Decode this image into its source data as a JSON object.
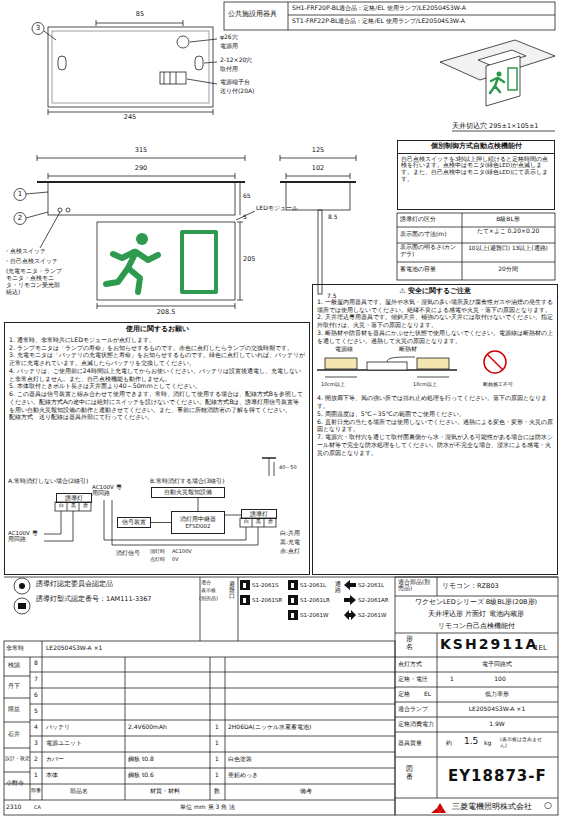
{
  "diagram": {
    "nodes": [
      {
        "text": [
          "使用に関するお願い",
          "1. 通常時、非常時共にLEDモジュールが点灯します。",
          "2. ランプモニタは「ランプの寿命」をお知らせするものです。赤色に点灯したらランプの交換時期です。",
          "3. 充電モニタは「バッテリの充電状態と寿命」をお知らせするものです。緑色に点灯していれば、バッテリが正常に充電されています。点滅したらバッテリを交換してください。",
          "4. バッテリは、ご使用前に24時間以上充電してからお使いください。バッテリは設置後通電し、充電しないと非常点灯しません。また、自己点検機能も動作しません。",
          "5. 本体取付ときボルト長さは天井面より40～50mmとしてください。",
          "6. この器具は信号装置と組み合わせて使用できます。常時、消灯して使用する場合は、配線方式Bを参照してください。配線方式Aの途中には絶対にスイッチを設けないでください。配線方式Bは、誘導灯用信号装置等を用い自動火災報知設備の動作と連動させてください。また、事前に所轄消防署の了解を得てください。",
          "配線方式　送り配線は器具外部にて行ってください。"
        ]
      },
      {
        "text": [
          "⚠ 安全に関するご注意",
          "1. 一般屋内用器具です。屋外や水気・湿気の多い場所及び腐食性ガスや油煙の発生する場所では使用しないでください。絶縁不良による感電や火災・落下の原因となります。",
          "2. 天井埋込専用器具です。傾斜天井、補強のない天井には取付けないでください。指定外取付けは、火災・落下の原因となります。",
          "3. 断熱材や防音材を器具にかぶせた状態で使用しないでください。電源線は断熱材の上を通してください。過熱して火災の原因となります。",
          "4. 開放廊下等、風の強い所では揺れ止め処理を行ってください。落下の原因となります。",
          "5. 周囲温度は、5℃～35℃の範囲でご使用ください。",
          "6. 直射日光の当たる場所では使用しないでください。過熱による変色・変形・火災の原因となります。",
          "7. 電源穴・取付穴を通じて取付面裏側から水・湿気が入る可能性がある場合には防水シール材等で完全な防水処理をしてください。防水が不完全な場合、浸水による感電・火災の原因となります。"
        ]
      },
      {
        "text": [
          "個別制御方式自動点検機能付",
          "自己点検スイッチを3秒以上押し続けると定格時間の点検を行います。点検中はモニタ(緑色LED)が点滅します。また、自己点検中はモニタ(緑色LED)にて表示します。"
        ]
      },
      {
        "text": [
          "誘導灯"
        ],
        "in": 0
      },
      {
        "text": [
          "自動火災報知設備"
        ],
        "in": 0
      },
      {
        "text": [
          "信号装置"
        ],
        "in": 0
      },
      {
        "text": [
          "消灯用中継器",
          "EFSD002"
        ],
        "in": 0
      },
      {
        "text": [
          "誘導灯"
        ],
        "in": 0
      }
    ],
    "edges": [
      {
        "from": 4,
        "to": 6,
        "arrow": "none"
      },
      {
        "from": 5,
        "to": 6,
        "arrow": "none"
      },
      {
        "from": 6,
        "to": 7,
        "arrow": "none"
      }
    ],
    "labels": [
      "公共施設用器具",
      "SH1-FRF20P-BL適合品：定格/EL 使用ランプ/LE20504S3W-A",
      "ST1-FRF22P-BL適合品：定格/EL 使用ランプ/LE20504S3W-A",
      "3",
      "85",
      "φ26穴",
      "電源用",
      "2-12×20穴",
      "取付用",
      "電源端子台",
      "送り付(20A)",
      "245",
      "315",
      "290",
      "125",
      "102",
      "1",
      "2",
      "65",
      "5",
      "205",
      "8.5",
      "7.5",
      "208.5",
      "LEDモジュール",
      "・点検スイッチ",
      "・自己点検スイッチ",
      "(充電モニタ・ランプモニタ・点検モニタ・リモコン受光部組込)",
      "天井切込穴 295±1×105±1",
      "誘導灯の区分",
      "B級BL形",
      "表示面の寸法(m)",
      "たて×よこ 0.20×0.20",
      "表示面の明るさ(カンデラ)",
      "10以上(避難口) 13以上(通路)",
      "蓄電池の容量",
      "20分間",
      "電源線",
      "断熱材",
      "10cm以上",
      "10cm以上",
      "断熱施工不可",
      "A.常時消灯しない場合(2線引)",
      "B.常時消灯する場合(3線引)",
      "AC100V 専用回路",
      "白",
      "黒",
      "赤",
      "AC100V 専用回路",
      "白",
      "黒",
      "赤",
      "消灯信号",
      "消灯時",
      "点灯時",
      "AC100V",
      "0V",
      "白:共用",
      "黒:充電",
      "赤:点灯",
      "40～50",
      "誘導灯認定委員会認定品",
      "誘導灯型式認定番号：1AM111-3367",
      "適合",
      "表示板",
      "(別売品)",
      "避難口",
      "S1-2061S",
      "S1-2061L",
      "S2-2061L",
      "S1-2061SR",
      "S1-2061LR",
      "S2-2061AR",
      "S1-2061W",
      "S2-2061W",
      "通路",
      "適合部品(別売品)",
      "リモコン：RZB03",
      "ワクセンLEDシリーズ B級BL形(20B形)",
      "天井埋込形 片面灯 電池内蔵形",
      "リモコン自己点検機能付",
      "形名",
      "KSH2911A",
      "1EL",
      "点灯方式",
      "電子回路式",
      "定格・電圧",
      "1",
      "100",
      "定格",
      "EL",
      "低力率形",
      "適合ランプ",
      "LE20504S3W-A ×1",
      "定格消費電力",
      "1.9W",
      "器具質量",
      "約",
      "1.5",
      "kg",
      "(表示板は含みません)",
      "図番",
      "EY18873-F",
      "三菱電機照明株式会社",
      "○",
      "非常時",
      "LE20504S3W-A ×1",
      "検認",
      "丹下",
      "限益",
      "石井",
      "設計・改定",
      "小野寺",
      "8",
      "7",
      "6",
      "5",
      "4",
      "バッテリ",
      "2.4V600mAh",
      "1",
      "2H06DA(ニッケル水素蓄電池)",
      "3",
      "電源ユニット",
      "1",
      "2",
      "カバー",
      "鋼板 t0.8",
      "1",
      "白色塗装",
      "1",
      "本体",
      "鋼板 t0.6",
      "1",
      "亜鉛めっき",
      "部番",
      "部品名",
      "材質・材料",
      "数",
      "備考",
      "2310",
      "CA",
      "単位 mm 第 3 角 法"
    ]
  }
}
